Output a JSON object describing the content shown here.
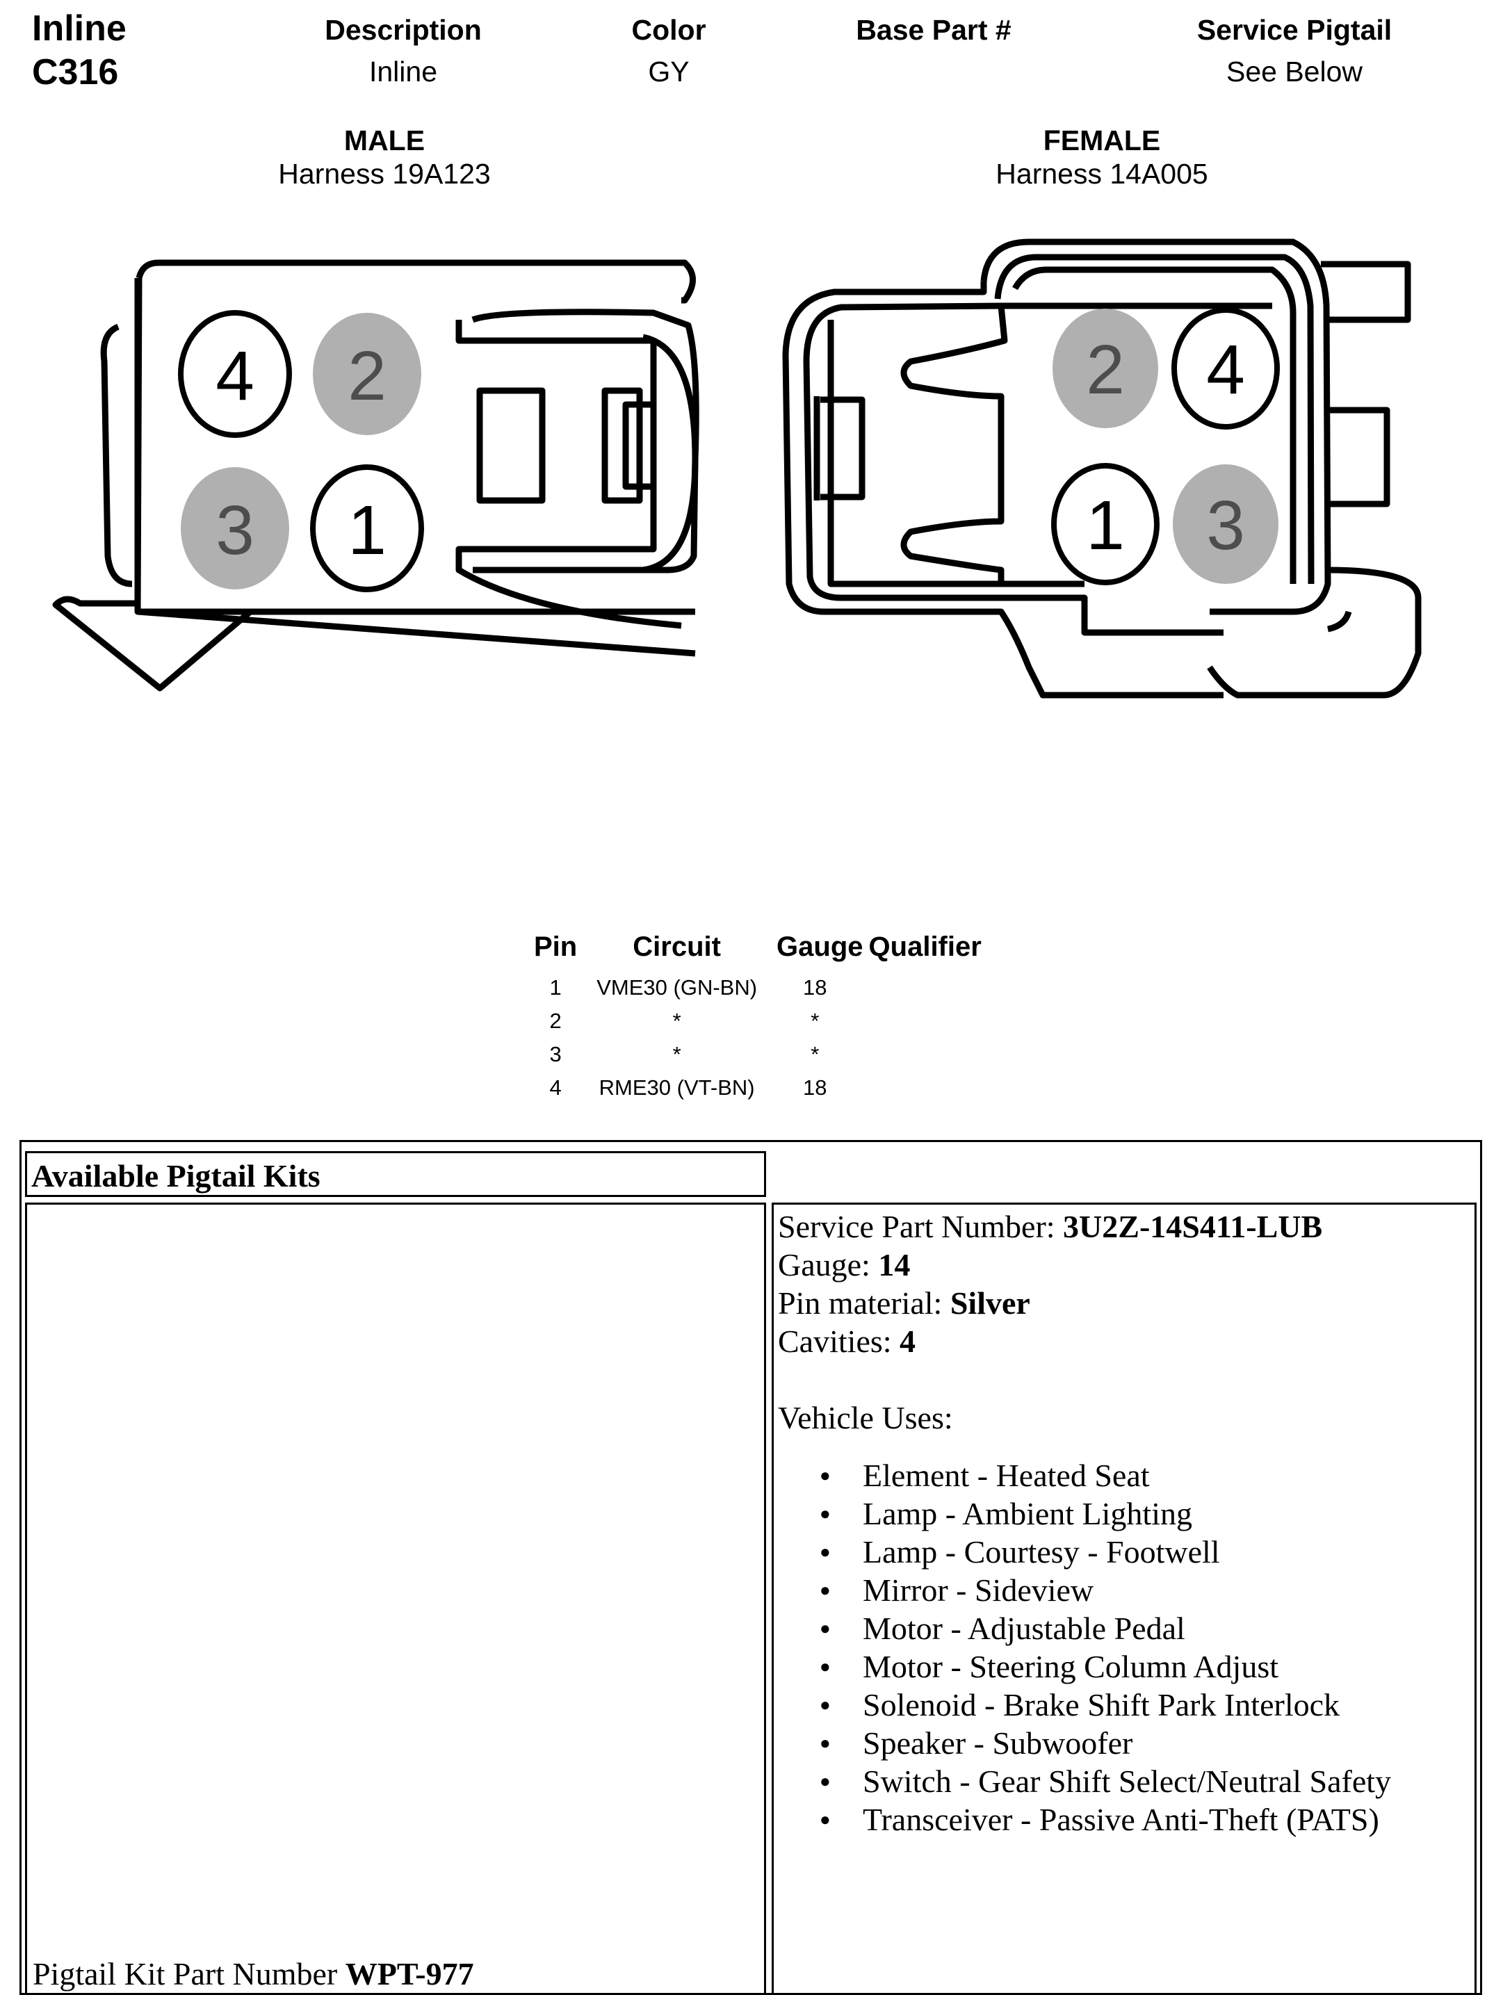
{
  "connector": {
    "type": "Inline",
    "id": "C316"
  },
  "header": {
    "description": {
      "label": "Description",
      "value": "Inline"
    },
    "color": {
      "label": "Color",
      "value": "GY"
    },
    "base_part": {
      "label": "Base Part #",
      "value": ""
    },
    "service_pigtail": {
      "label": "Service Pigtail",
      "value": "See Below"
    }
  },
  "male": {
    "title": "MALE",
    "harness": "Harness  19A123",
    "pins": [
      "4",
      "2",
      "3",
      "1"
    ]
  },
  "female": {
    "title": "FEMALE",
    "harness": "Harness  14A005",
    "pins": [
      "2",
      "4",
      "1",
      "3"
    ]
  },
  "colors": {
    "filled_pin": "#b0b0b0",
    "outline": "#000000"
  },
  "pin_table": {
    "headers": [
      "Pin",
      "Circuit",
      "Gauge",
      "Qualifier"
    ],
    "rows": [
      {
        "pin": "1",
        "circuit": "VME30 (GN-BN)",
        "gauge": "18",
        "qualifier": ""
      },
      {
        "pin": "2",
        "circuit": "*",
        "gauge": "*",
        "qualifier": ""
      },
      {
        "pin": "3",
        "circuit": "*",
        "gauge": "*",
        "qualifier": ""
      },
      {
        "pin": "4",
        "circuit": "RME30 (VT-BN)",
        "gauge": "18",
        "qualifier": ""
      }
    ]
  },
  "pigtail": {
    "heading": "Available Pigtail Kits",
    "service_part_label": "Service Part Number: ",
    "service_part_value": "3U2Z-14S411-LUB",
    "gauge_label": "Gauge: ",
    "gauge_value": "14",
    "pin_material_label": "Pin material: ",
    "pin_material_value": "Silver",
    "cavities_label": "Cavities: ",
    "cavities_value": "4",
    "vehicle_uses_label": "Vehicle Uses:",
    "vehicle_uses": [
      "Element - Heated Seat",
      "Lamp - Ambient Lighting",
      "Lamp - Courtesy - Footwell",
      "Mirror - Sideview",
      "Motor - Adjustable Pedal",
      "Motor - Steering Column Adjust",
      "Solenoid - Brake Shift Park Interlock",
      "Speaker - Subwoofer",
      "Switch - Gear Shift Select/Neutral Safety",
      "Transceiver - Passive Anti-Theft (PATS)"
    ],
    "kit_part_label": "Pigtail Kit Part Number ",
    "kit_part_value": "WPT-977"
  }
}
